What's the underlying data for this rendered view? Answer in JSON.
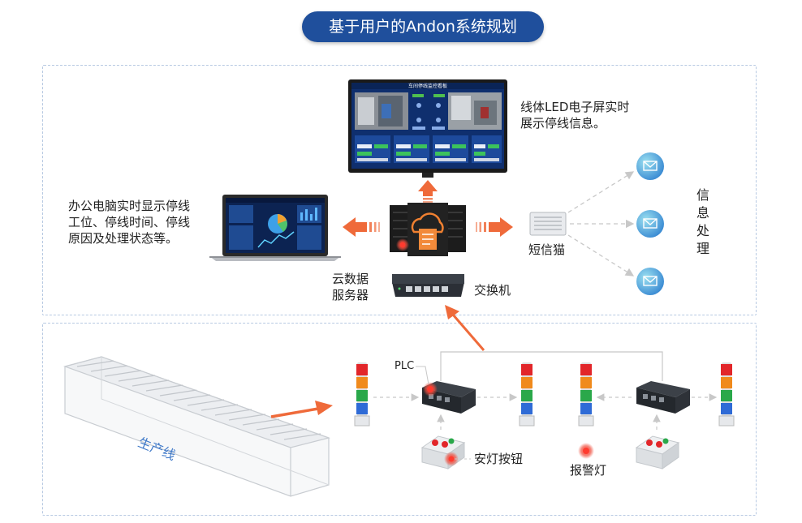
{
  "title": "基于用户的Andon系统规划",
  "led_screen": {
    "heading": "车间停线监控看板",
    "description_line1": "线体LED电子屏实时",
    "description_line2": "展示停线信息。"
  },
  "office_pc": {
    "line1": "办公电脑实时显示停线",
    "line2": "工位、停线时间、停线",
    "line3": "原因及处理状态等。"
  },
  "cloud_server": {
    "line1": "云数据",
    "line2": "服务器"
  },
  "switch": {
    "label": "交换机"
  },
  "sms_modem": {
    "label": "短信猫"
  },
  "info_handling": {
    "chars": [
      "信",
      "息",
      "处",
      "理"
    ]
  },
  "plc": {
    "label": "PLC"
  },
  "andon_button": {
    "label": "安灯按钮"
  },
  "alarm_light": {
    "label": "报警灯"
  },
  "production_line": {
    "label": "生产线"
  },
  "colors": {
    "title_bg": "#1f4f9c",
    "arrow_orange": "#ef6a3a",
    "panel_border": "#b7c9e2",
    "light_red": "#e2262a",
    "light_orange": "#f08a1c",
    "light_green": "#2aa84a",
    "light_blue": "#2f6bd6"
  }
}
